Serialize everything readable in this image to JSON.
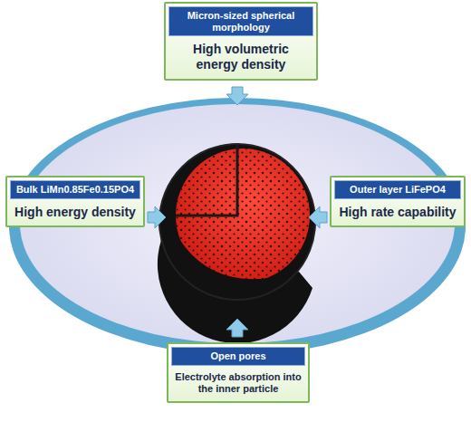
{
  "diagram": {
    "nodes": [
      {
        "text": [
          "Micron-sized spherical morphology",
          "High volumetric energy density"
        ]
      },
      {
        "text": [
          "Bulk LiMn0.85Fe0.15PO4",
          "High energy density"
        ]
      },
      {
        "text": [
          "Outer layer LiFePO4",
          "High rate capability"
        ]
      },
      {
        "text": [
          "Open pores",
          "Electrolyte absorption into the inner particle"
        ]
      }
    ]
  }
}
